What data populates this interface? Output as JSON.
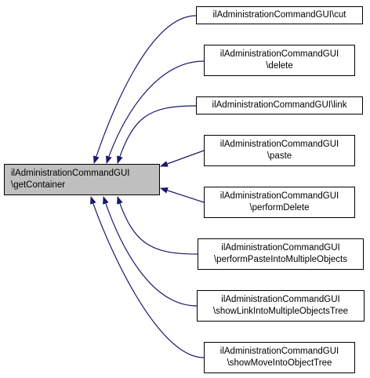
{
  "diagram": {
    "type": "caller-graph",
    "colors": {
      "edge": "#191970",
      "root_fill": "#bfbfbf",
      "node_fill": "#ffffff",
      "border": "#000000"
    },
    "root": {
      "id": "root",
      "line1": "ilAdministrationCommandGUI",
      "line2": "\\getContainer"
    },
    "callers": [
      {
        "id": "cut",
        "line1": "ilAdministrationCommandGUI\\cut",
        "line2": ""
      },
      {
        "id": "delete",
        "line1": "ilAdministrationCommandGUI",
        "line2": "\\delete"
      },
      {
        "id": "link",
        "line1": "ilAdministrationCommandGUI\\link",
        "line2": ""
      },
      {
        "id": "paste",
        "line1": "ilAdministrationCommandGUI",
        "line2": "\\paste"
      },
      {
        "id": "performDelete",
        "line1": "ilAdministrationCommandGUI",
        "line2": "\\performDelete"
      },
      {
        "id": "performPasteIntoMultipleObjects",
        "line1": "ilAdministrationCommandGUI",
        "line2": "\\performPasteIntoMultipleObjects"
      },
      {
        "id": "showLinkIntoMultipleObjectsTree",
        "line1": "ilAdministrationCommandGUI",
        "line2": "\\showLinkIntoMultipleObjectsTree"
      },
      {
        "id": "showMoveIntoObjectTree",
        "line1": "ilAdministrationCommandGUI",
        "line2": "\\showMoveIntoObjectTree"
      }
    ]
  }
}
